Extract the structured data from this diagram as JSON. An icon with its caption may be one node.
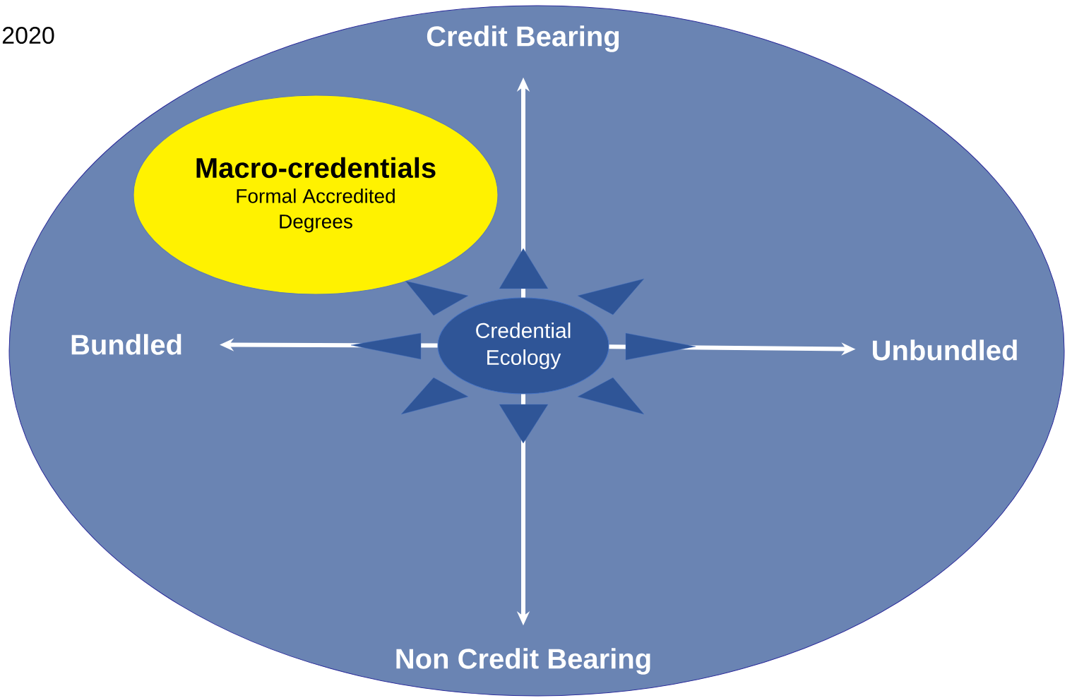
{
  "diagram": {
    "nodes": [
      {
        "text": [],
        "shape": "ellipse"
      },
      {
        "text": [
          "Credit Bearing"
        ],
        "in": 0
      },
      {
        "text": [
          "Macro-credentials",
          "Formal Accredited Degrees"
        ],
        "in": 0
      },
      {
        "text": [
          "Bundled"
        ],
        "in": 0
      },
      {
        "text": [
          "Credential Ecology"
        ],
        "in": 0
      },
      {
        "text": [
          "Unbundled"
        ],
        "in": 0
      },
      {
        "text": [
          "Non Credit Bearing"
        ],
        "in": 0
      }
    ],
    "edges": [
      {
        "from": 4,
        "to": 1,
        "arrow": "to"
      },
      {
        "from": 4,
        "to": 3,
        "arrow": "to"
      },
      {
        "from": 4,
        "to": 5,
        "arrow": "to"
      },
      {
        "from": 4,
        "to": 6,
        "arrow": "to"
      }
    ],
    "labels": [
      "2020"
    ]
  }
}
